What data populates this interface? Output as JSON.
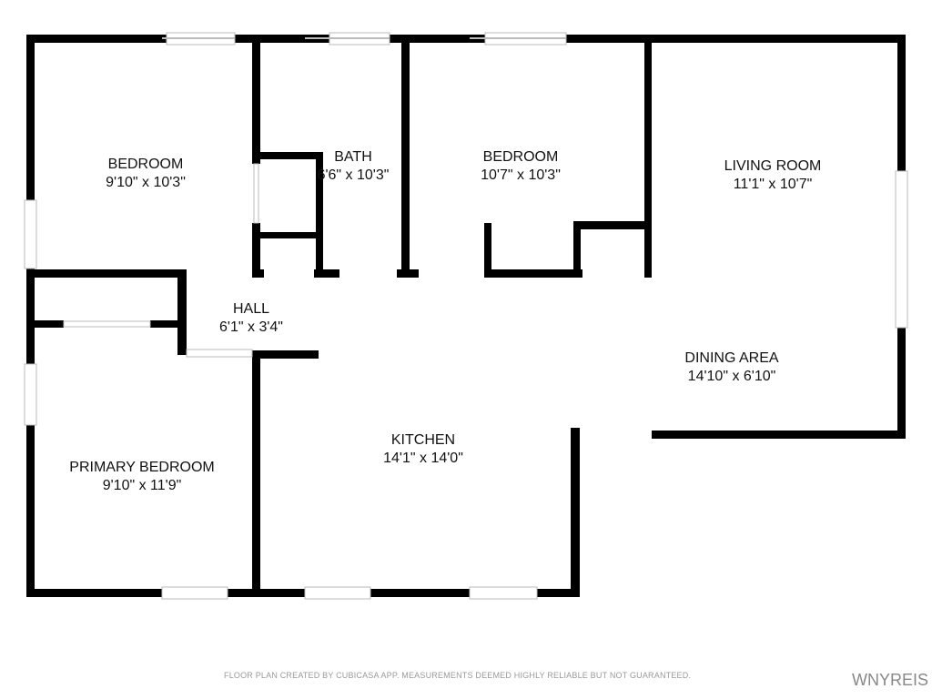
{
  "rooms": [
    {
      "name": "BEDROOM",
      "size": "9'10\" x 10'3\""
    },
    {
      "name": "BATH",
      "size": "6'6\" x 10'3\""
    },
    {
      "name": "BEDROOM",
      "size": "10'7\" x 10'3\""
    },
    {
      "name": "LIVING ROOM",
      "size": "11'1\" x 10'7\""
    },
    {
      "name": "HALL",
      "size": "6'1\" x 3'4\""
    },
    {
      "name": "DINING AREA",
      "size": "14'10\" x 6'10\""
    },
    {
      "name": "KITCHEN",
      "size": "14'1\" x 14'0\""
    },
    {
      "name": "PRIMARY BEDROOM",
      "size": "9'10\" x 11'9\""
    }
  ],
  "footer": {
    "disclaimer": "FLOOR PLAN CREATED BY CUBICASA APP. MEASUREMENTS DEEMED HIGHLY RELIABLE BUT NOT GUARANTEED.",
    "brand": "WNYREIS"
  },
  "colors": {
    "wall": "#000000",
    "window": "#bbbbbb",
    "text": "#111111"
  }
}
